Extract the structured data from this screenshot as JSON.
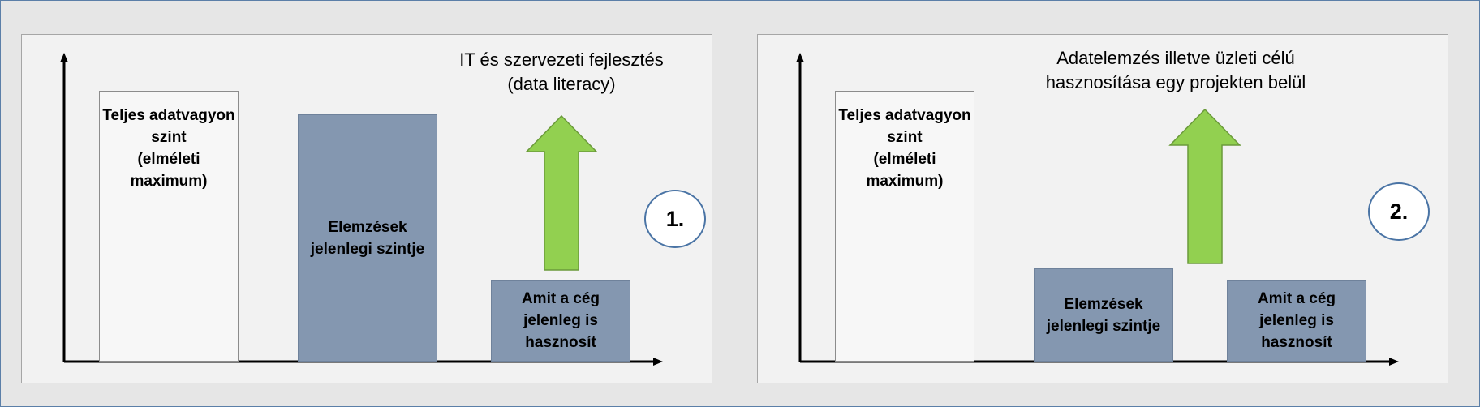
{
  "panels": [
    {
      "caption": "IT és szervezeti fejlesztés\n(data literacy)",
      "boxes": {
        "full": "Teljes adatvagyon\nszint\n(elméleti\nmaximum)",
        "current": "Elemzések\njelenlegi szintje",
        "used": "Amit a cég\njelenleg is\nhasznosít"
      },
      "badge": "1."
    },
    {
      "caption": "Adatelemzés illetve üzleti célú\nhasznosítása egy projekten belül",
      "boxes": {
        "full": "Teljes adatvagyon\nszint\n(elméleti\nmaximum)",
        "current": "Elemzések\njelenlegi szintje",
        "used": "Amit a cég\njelenleg is\nhasznosít"
      },
      "badge": "2."
    }
  ],
  "colors": {
    "box_fill": "#8497b0",
    "arrow_fill": "#92d050",
    "badge_border": "#4a74a5",
    "panel_bg": "#f2f2f2"
  }
}
